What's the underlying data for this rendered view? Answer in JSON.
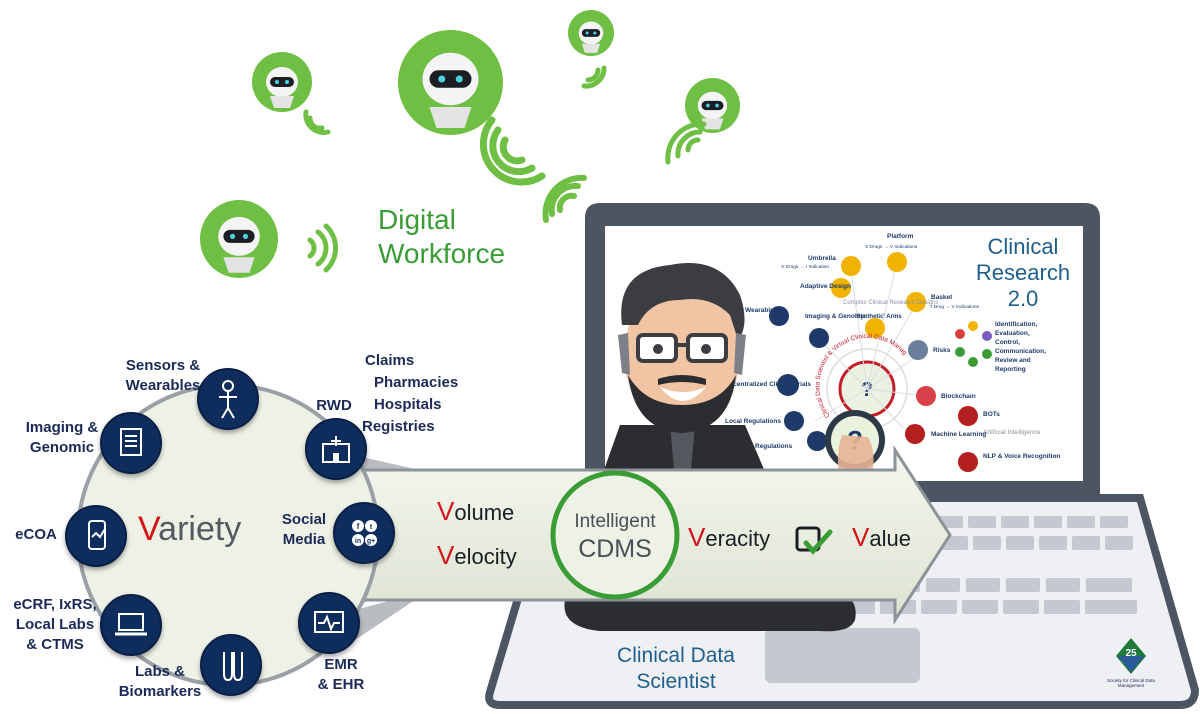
{
  "digital_workforce": {
    "line1": "Digital",
    "line2": "Workforce"
  },
  "clinical_research": {
    "line1": "Clinical",
    "line2": "Research",
    "line3": "2.0"
  },
  "variety": {
    "first_letter": "V",
    "rest": "ariety"
  },
  "volume": {
    "first_letter": "V",
    "rest": "olume"
  },
  "velocity": {
    "first_letter": "V",
    "rest": "elocity"
  },
  "veracity": {
    "first_letter": "V",
    "rest": "eracity"
  },
  "value": {
    "first_letter": "V",
    "rest": "alue"
  },
  "cdms": {
    "line1": "Intelligent",
    "line2": "CDMS"
  },
  "scientist": {
    "line1": "Clinical Data",
    "line2": "Scientist"
  },
  "sources": {
    "sensors": {
      "line1": "Sensors &",
      "line2": "Wearables"
    },
    "imaging": {
      "line1": "Imaging &",
      "line2": "Genomic"
    },
    "ecoa": {
      "line1": "eCOA"
    },
    "ecrf": {
      "line1": "eCRF, IxRS,",
      "line2": "Local Labs",
      "line3": "& CTMS"
    },
    "labs": {
      "line1": "Labs &",
      "line2": "Biomarkers"
    },
    "rwd": {
      "label": "RWD",
      "items": [
        "Claims",
        "Pharmacies",
        "Hospitals",
        "Registries"
      ]
    },
    "social": {
      "line1": "Social",
      "line2": "Media"
    },
    "emr": {
      "line1": "EMR",
      "line2": "& EHR"
    }
  },
  "screen": {
    "items": [
      {
        "title": "Platform",
        "sub": "X Drugs → V Indications"
      },
      {
        "title": "Umbrella",
        "sub": "X Drugs → I Indication"
      },
      {
        "title": "Adaptive Design",
        "sub": ""
      },
      {
        "title": "Basket",
        "sub": "I Drug → V Indications"
      },
      {
        "title": "Complex Clinical Research Designs",
        "sub": ""
      },
      {
        "title": "'Synthetic' Arms",
        "sub": ""
      },
      {
        "title": "Imaging & Genomic",
        "sub": ""
      },
      {
        "title": "Wearables",
        "sub": ""
      },
      {
        "title": "Risks",
        "sub": ""
      },
      {
        "title": "Decentralized Clinical Trials",
        "sub": ""
      },
      {
        "title": "Local Regulations",
        "sub": ""
      },
      {
        "title": "Regulations",
        "sub": ""
      },
      {
        "title": "Blockchain",
        "sub": ""
      },
      {
        "title": "BOTs",
        "sub": ""
      },
      {
        "title": "Artificial Intelligence",
        "sub": ""
      },
      {
        "title": "Machine Learning",
        "sub": ""
      },
      {
        "title": "NLP & Voice Recognition",
        "sub": ""
      }
    ],
    "ievcrr": [
      "Identification,",
      "Evaluation,",
      "Control,",
      "Communication,",
      "Review and",
      "Reporting"
    ],
    "ring_text": "Clinical Data Scientist & Virtual Clinical Data Manager"
  },
  "logo": {
    "number": "25",
    "caption": "Society for Clinical Data Management"
  },
  "colors": {
    "green": "#3a9c35",
    "navy": "#1b2a57",
    "red": "#d2131a",
    "blue": "#1f5f8f",
    "laptop": "#4d5563"
  }
}
